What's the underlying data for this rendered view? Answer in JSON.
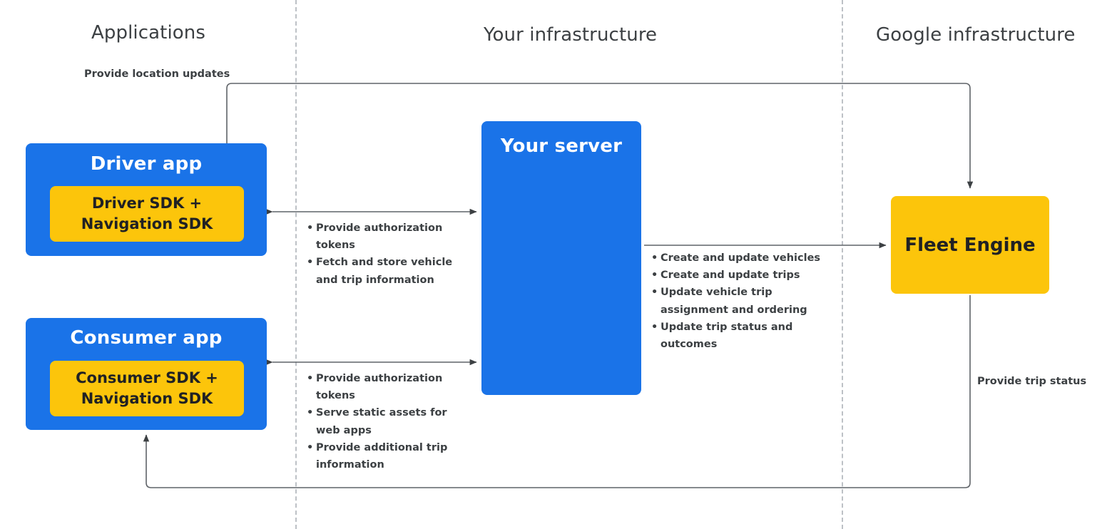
{
  "zones": [
    {
      "id": "applications",
      "label": "Applications"
    },
    {
      "id": "your-infrastructure",
      "label": "Your infrastructure"
    },
    {
      "id": "google-infrastructure",
      "label": "Google infrastructure"
    }
  ],
  "nodes": {
    "driver_app": {
      "title": "Driver app",
      "sdk": "Driver SDK +\nNavigation SDK",
      "sdk_line1": "Driver SDK +",
      "sdk_line2": "Navigation SDK"
    },
    "consumer_app": {
      "title": "Consumer app",
      "sdk": "Consumer SDK +\nNavigation SDK",
      "sdk_line1": "Consumer SDK +",
      "sdk_line2": "Navigation SDK"
    },
    "your_server": {
      "title": "Your server"
    },
    "fleet_engine": {
      "title": "Fleet Engine"
    }
  },
  "edge_labels": {
    "location_updates": "Provide location updates",
    "trip_status": "Provide trip status"
  },
  "bullet_groups": {
    "driver_to_server": [
      "Provide authorization tokens",
      "Fetch and store vehicle and trip information"
    ],
    "consumer_to_server": [
      "Provide authorization tokens",
      "Serve static assets for web apps",
      "Provide additional trip information"
    ],
    "server_to_fleet": [
      "Create and update vehicles",
      "Create and update trips",
      "Update vehicle trip assignment and ordering",
      "Update trip status and outcomes"
    ]
  },
  "colors": {
    "blue": "#1a73e8",
    "yellow": "#fcc50b",
    "text_dark": "#202124",
    "text_muted": "#3c4043",
    "divider": "#bdc1c6",
    "connector": "#5f6368"
  }
}
